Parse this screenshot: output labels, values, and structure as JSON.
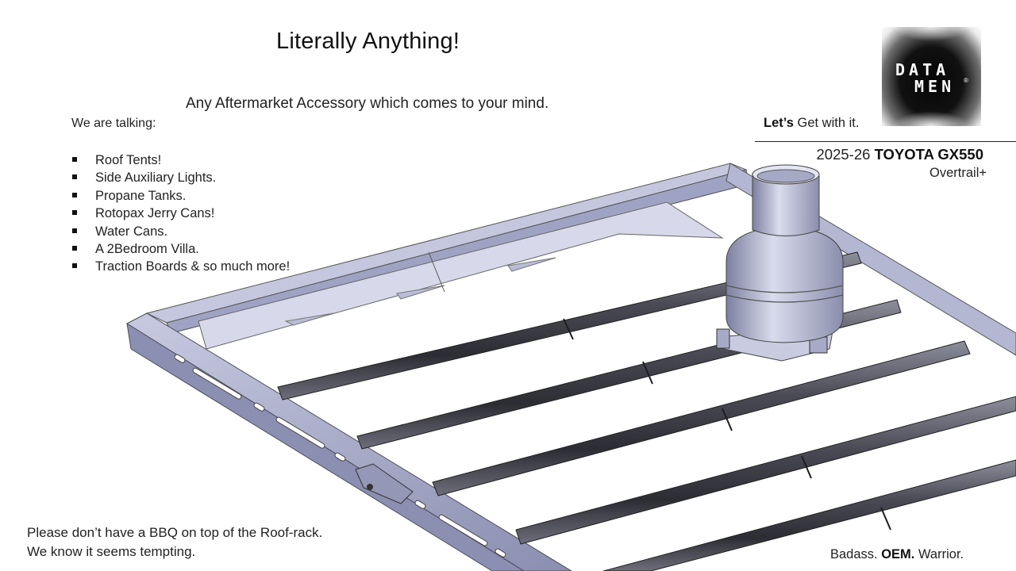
{
  "slide": {
    "title": "Literally Anything!",
    "subtitle": "Any Aftermarket Accessory which comes to your mind.",
    "intro": "We are talking:",
    "bullets": [
      "Roof Tents!",
      "Side Auxiliary Lights.",
      "Propane Tanks.",
      "Rotopax Jerry Cans!",
      "Water Cans.",
      "A 2Bedroom Villa.",
      "Traction Boards & so much more!"
    ],
    "footnote_line1": "Please don’t have a BBQ on top of the Roof-rack.",
    "footnote_line2": "We know it seems tempting."
  },
  "branding": {
    "logo_line1": "DATA",
    "logo_line2": "MEN",
    "logo_reg": "®",
    "lets_bold": "Let’s",
    "lets_rest": " Get with it.",
    "model_year": "2025-26 ",
    "model_name": "TOYOTA GX550",
    "trim": "Overtrail+",
    "tagline_a": "Badass. ",
    "tagline_b": "OEM.",
    "tagline_c": " Warrior."
  },
  "colors": {
    "rack_face": "#aeb2cf",
    "rack_shadow": "#6f7391",
    "rail_dark": "#3b3c44",
    "tank_body": "#b7bbd6"
  },
  "illustration": {
    "icon": "roof-rack-with-propane-tank-icon"
  }
}
